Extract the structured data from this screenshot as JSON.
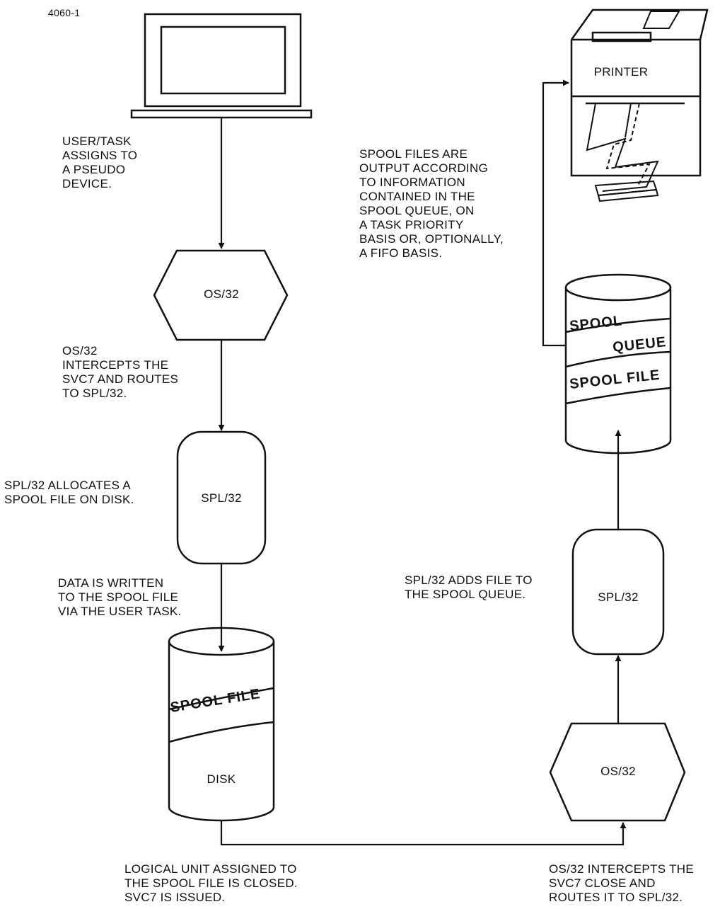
{
  "figure_id": "4060-1",
  "nodes": {
    "os32_top": "OS/32",
    "spl32_left": "SPL/32",
    "disk": "DISK",
    "disk_band": "SPOOL FILE",
    "printer": "PRINTER",
    "queue_band_1a": "SPOOL",
    "queue_band_1b": "QUEUE",
    "queue_band_2": "SPOOL FILE",
    "spl32_right": "SPL/32",
    "os32_bottom": "OS/32"
  },
  "captions": {
    "user_task": "USER/TASK\nASSIGNS TO\nA PSEUDO\nDEVICE.",
    "os32_intercepts": "OS/32\nINTERCEPTS THE\nSVC7 AND ROUTES\nTO SPL/32.",
    "spl32_allocates": "SPL/32 ALLOCATES A\nSPOOL FILE ON DISK.",
    "data_written": "DATA IS WRITTEN\nTO THE SPOOL FILE\nVIA THE USER TASK.",
    "logical_unit": "LOGICAL UNIT ASSIGNED TO\nTHE SPOOL FILE IS CLOSED.\nSVC7 IS ISSUED.",
    "os32_close": "OS/32 INTERCEPTS THE\nSVC7 CLOSE AND\nROUTES IT TO SPL/32.",
    "spl32_adds": "SPL/32 ADDS FILE TO\nTHE SPOOL QUEUE.",
    "spool_output": "SPOOL FILES ARE\nOUTPUT ACCORDING\nTO INFORMATION\nCONTAINED IN THE\nSPOOL QUEUE, ON\nA TASK PRIORITY\nBASIS OR, OPTIONALLY,\nA FIFO BASIS."
  }
}
